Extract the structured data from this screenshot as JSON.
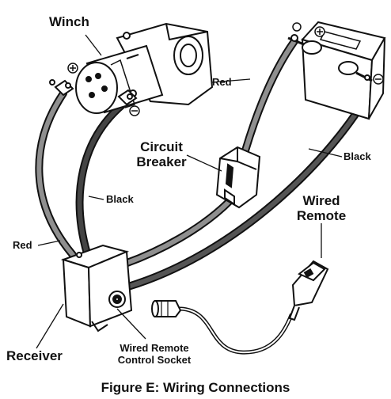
{
  "labels": {
    "winch": "Winch",
    "circuit_breaker": "Circuit\nBreaker",
    "wired_remote": "Wired\nRemote",
    "receiver": "Receiver",
    "wired_remote_control_socket": "Wired Remote\nControl Socket",
    "red_left": "Red",
    "red_top": "Red",
    "black_middle": "Black",
    "black_right": "Black"
  },
  "symbols": {
    "plus": "+",
    "minus": "−"
  },
  "caption": "Figure E:  Wiring Connections"
}
